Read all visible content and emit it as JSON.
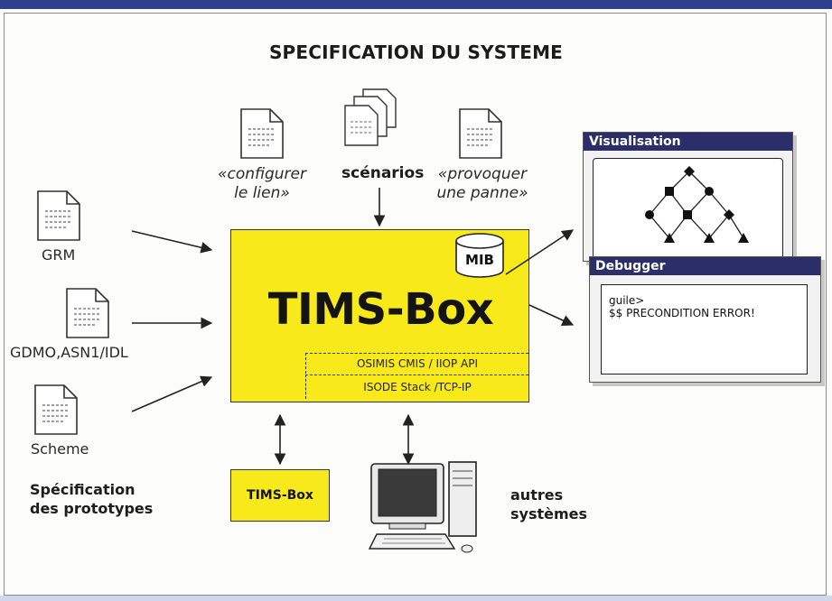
{
  "title": "SPECIFICATION DU SYSTEME",
  "top_docs": {
    "configurer": [
      "«configurer",
      "le lien»"
    ],
    "scenarios": "scénarios",
    "provoquer": [
      "«provoquer",
      "une panne»"
    ]
  },
  "inputs": [
    "GRM",
    "GDMO,ASN1/IDL",
    "Scheme"
  ],
  "spec_label": [
    "Spécification",
    "des prototypes"
  ],
  "main_box": {
    "name": "TIMS-Box",
    "mib": "MIB",
    "layers": [
      "OSIMIS CMIS / IIOP API",
      "ISODE Stack /TCP-IP"
    ]
  },
  "visualisation": {
    "title": "Visualisation"
  },
  "debugger": {
    "title": "Debugger",
    "lines": [
      "guile>",
      "$$ PRECONDITION ERROR!"
    ]
  },
  "bottom": {
    "box": "TIMS-Box",
    "autres": [
      "autres",
      "systèmes"
    ]
  },
  "colors": {
    "box_yellow": "#f8ea1a",
    "window_title": "#2b2e68",
    "top_bar": "#2e3f8c"
  }
}
